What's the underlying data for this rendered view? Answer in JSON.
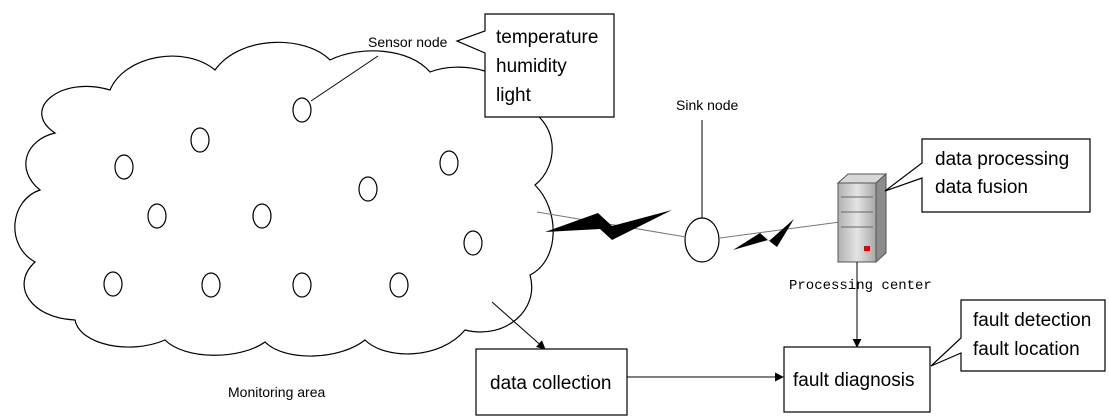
{
  "labels": {
    "sensor_node": "Sensor node",
    "sink_node": "Sink node",
    "processing_center": "Processing center",
    "monitoring_area": "Monitoring area"
  },
  "boxes": {
    "sensor_callout": [
      "temperature",
      "humidity",
      "light"
    ],
    "server_callout": [
      "data processing",
      "data fusion"
    ],
    "diagnosis_callout": [
      "fault detection",
      "fault location"
    ],
    "data_collection": "data collection",
    "fault_diagnosis": "fault diagnosis"
  },
  "colors": {
    "stroke": "#000000",
    "server_body": "#c8c8c8",
    "server_led": "#e00000"
  }
}
